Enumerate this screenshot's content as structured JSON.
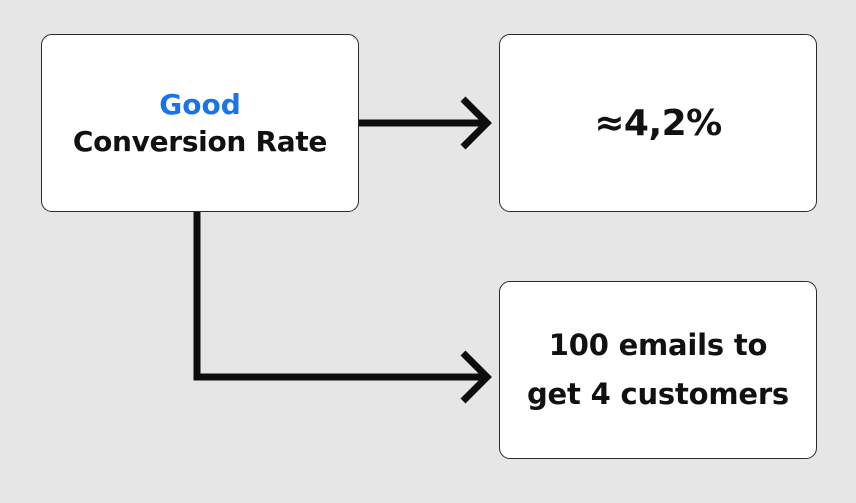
{
  "colors": {
    "background": "#e6e6e6",
    "accent": "#1a73e8",
    "line": "#0d0d0d",
    "box_fill": "#ffffff"
  },
  "source": {
    "highlight": "Good",
    "title": "Conversion Rate"
  },
  "rate": {
    "value": "≈4,2%"
  },
  "example": {
    "line1": "100 emails to",
    "line2": "get 4 customers"
  }
}
